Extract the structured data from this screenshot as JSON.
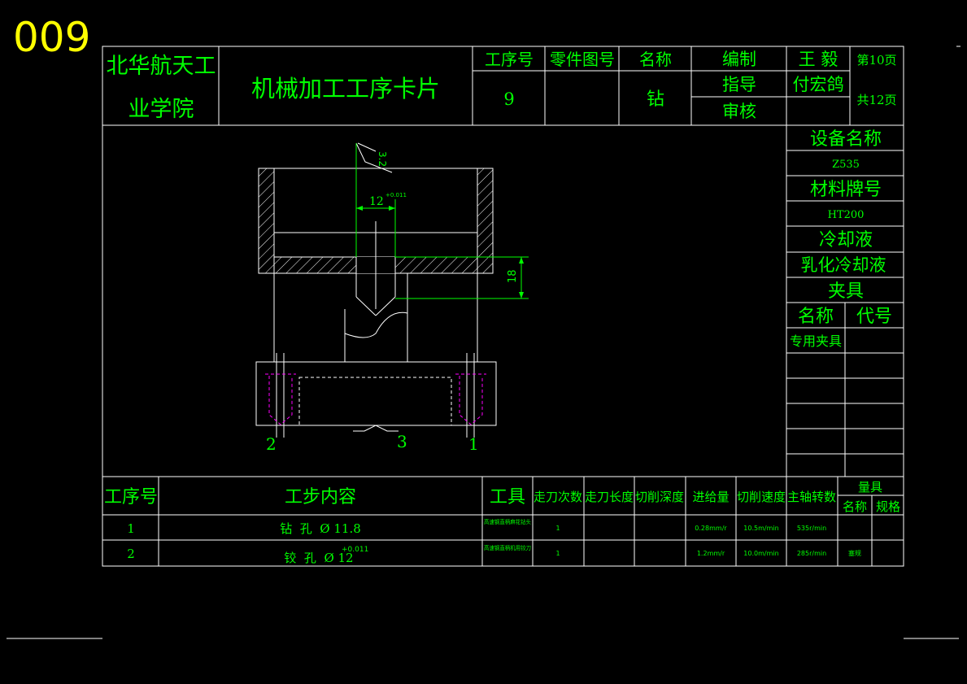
{
  "sheet_number": "009",
  "header": {
    "school_line1": "北华航天工",
    "school_line2": "业学院",
    "card_title": "机械加工工序卡片",
    "process_no_label": "工序号",
    "part_drawing_no_label": "零件图号",
    "name_label": "名称",
    "prepared_label": "编制",
    "guided_label": "指导",
    "reviewed_label": "审核",
    "prepared_by": "王 毅",
    "guided_by": "付宏鸽",
    "page_current": "第10页",
    "page_total": "共12页",
    "process_no": "9",
    "part_drawing_no": "",
    "process_name": "钻"
  },
  "side_info": {
    "equipment_label": "设备名称",
    "equipment": "Z535",
    "material_label": "材料牌号",
    "material": "HT200",
    "coolant_label": "冷却液",
    "coolant": "乳化冷却液",
    "fixture_label": "夹具",
    "fixture_name_label": "名称",
    "fixture_code_label": "代号",
    "fixture_name": "专用夹具",
    "fixture_code": ""
  },
  "drawing": {
    "roughness": "3.2",
    "hole_dim": "12",
    "hole_tol": "+0.011",
    "depth_dim": "18",
    "label_1": "1",
    "label_2": "2",
    "label_3": "3"
  },
  "steps_table": {
    "headers": {
      "step_no": "工序号",
      "content": "工步内容",
      "tool": "工具",
      "passes": "走刀次数",
      "length": "走刀长度",
      "depth": "切削深度",
      "feed": "进给量",
      "speed": "切削速度",
      "spindle": "主轴转数",
      "gauge": "量具",
      "gauge_name": "名称",
      "gauge_spec": "规格"
    },
    "rows": [
      {
        "no": "1",
        "content": "钻  孔  Ø 11.8",
        "tool": "高速钢直柄麻花钻头",
        "passes": "1",
        "length": "",
        "depth": "",
        "feed": "0.28mm/r",
        "speed": "10.5m/min",
        "spindle": "535r/min",
        "gauge_name": "",
        "gauge_spec": ""
      },
      {
        "no": "2",
        "content": "铰  孔  Ø 12",
        "content_tol": "+0.011",
        "tool": "高速钢直柄机用铰刀",
        "passes": "1",
        "length": "",
        "depth": "",
        "feed": "1.2mm/r",
        "speed": "10.0m/min",
        "spindle": "285r/min",
        "gauge_name": "塞规",
        "gauge_spec": ""
      }
    ]
  }
}
